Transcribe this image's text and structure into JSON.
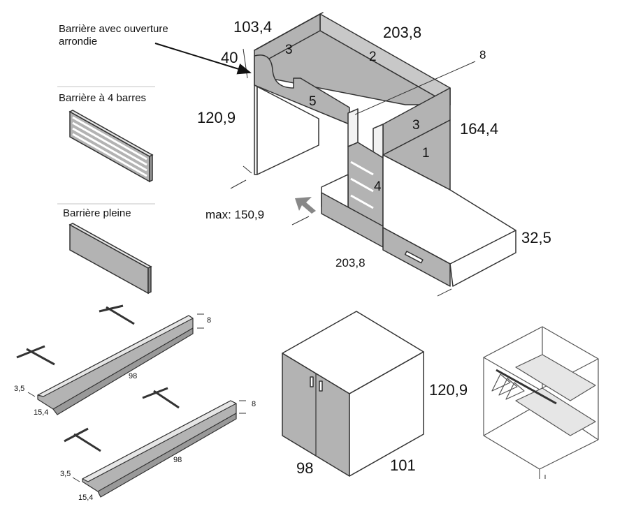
{
  "colors": {
    "panel": "#b3b3b3",
    "line": "#333333",
    "white": "#ffffff",
    "rule": "#d8d8d8"
  },
  "legend": {
    "rounded_opening": "Barrière avec ouverture arrondie",
    "four_bars": "Barrière à 4 barres",
    "solid": "Barrière pleine"
  },
  "bed": {
    "dims": {
      "top_depth": "103,4",
      "top_length": "203,8",
      "guard_height": "40",
      "upper_height": "120,9",
      "total_height": "164,4",
      "max_width": "max: 150,9",
      "bottom_length": "203,8",
      "bottom_height": "32,5",
      "ladder_ref": "8"
    },
    "parts": [
      "3",
      "2",
      "5",
      "3",
      "1",
      "4"
    ]
  },
  "shelves": {
    "upper": {
      "height": "8",
      "length": "98",
      "thickness": "3,5",
      "depth": "15,4"
    },
    "lower": {
      "height": "8",
      "length": "98",
      "thickness": "3,5",
      "depth": "15,4"
    }
  },
  "wardrobe": {
    "height": "120,9",
    "width": "98",
    "depth": "101"
  }
}
